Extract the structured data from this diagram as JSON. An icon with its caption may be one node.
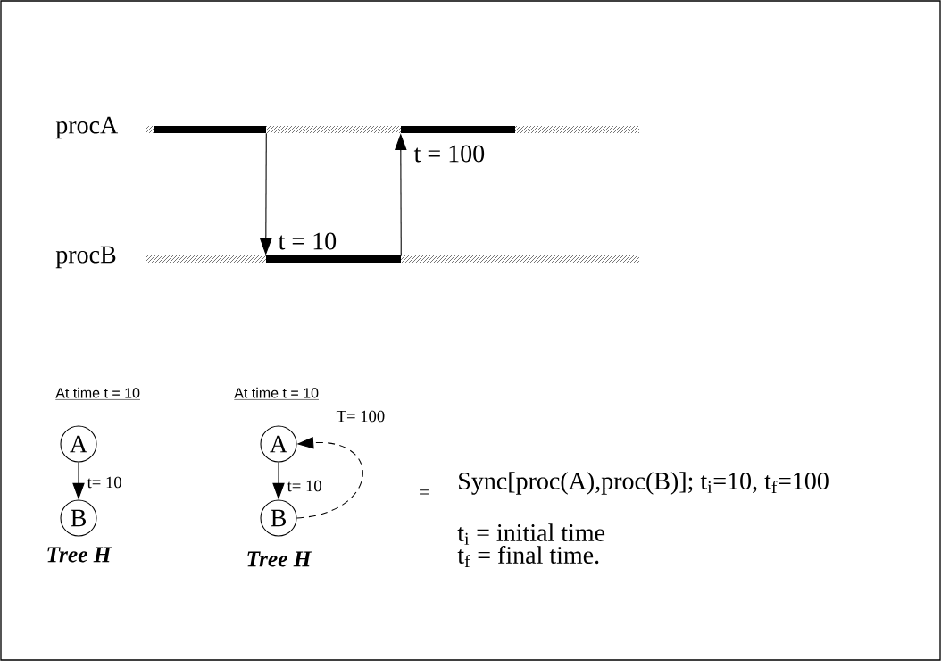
{
  "diagram": {
    "nodes": [
      {
        "text": [],
        "shape": "bar"
      },
      {
        "text": [],
        "shape": "bar"
      },
      {
        "text": [],
        "shape": "bar"
      },
      {
        "text": [
          "A"
        ],
        "beside": [
          "At time t = 10"
        ]
      },
      {
        "text": [
          "B"
        ],
        "beside": [
          "Tree H"
        ]
      },
      {
        "text": [
          "A"
        ],
        "beside": [
          "At time t = 10"
        ]
      },
      {
        "text": [
          "B"
        ],
        "beside": [
          "Tree H"
        ]
      }
    ],
    "edges": [
      {
        "from": 0,
        "to": 1,
        "arrow": "to",
        "label": "t = 10"
      },
      {
        "from": 1,
        "to": 2,
        "arrow": "to",
        "label": "t = 100"
      },
      {
        "from": 3,
        "to": 4,
        "arrow": "to",
        "label": "t= 10"
      },
      {
        "from": 5,
        "to": 6,
        "arrow": "to",
        "label": "t= 10"
      },
      {
        "from": 6,
        "to": 5,
        "arrow": "to",
        "label": "T= 100",
        "style": "dashed"
      }
    ],
    "labels": [
      "procA",
      "procB",
      "=",
      "Sync[proc(A),proc(B)]; t$_{i}$=10, t$_{f}$=100",
      "t$_{i}$ = initial time",
      "t$_{f}$ = final time."
    ]
  }
}
